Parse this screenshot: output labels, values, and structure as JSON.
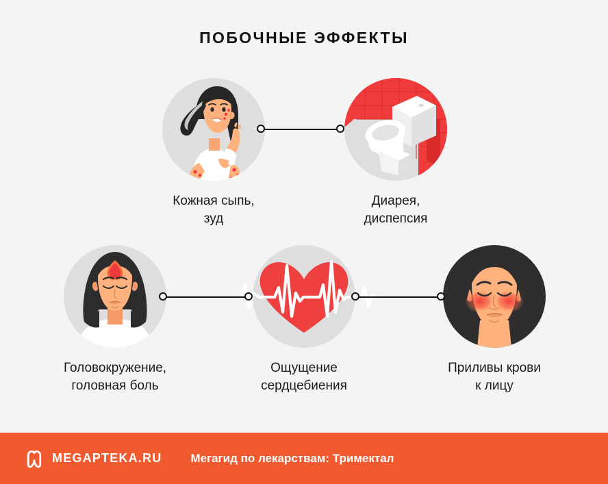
{
  "page": {
    "title": "ПОБОЧНЫЕ ЭФФЕКТЫ",
    "background_color": "#f4f4f4",
    "accent_color": "#f15a2e",
    "circle_color": "#dedede",
    "text_color": "#1b1b1b"
  },
  "items": [
    {
      "id": "skin-rash",
      "label": "Кожная сыпь, зуд",
      "icon": "woman-with-skin-rash-icon",
      "circle_style": "light"
    },
    {
      "id": "diarrhea",
      "label": "Диарея, диспепсия",
      "icon": "toilet-icon",
      "circle_style": "light"
    },
    {
      "id": "dizziness",
      "label": "Головокружение,\nголовная боль",
      "icon": "woman-with-headache-icon",
      "circle_style": "light"
    },
    {
      "id": "palpitations",
      "label": "Ощущение\nсердцебиения",
      "icon": "heart-with-ecg-icon",
      "circle_style": "light"
    },
    {
      "id": "flushing",
      "label": "Приливы крови\nк лицу",
      "icon": "flushed-face-icon",
      "circle_style": "dark"
    }
  ],
  "connectors": [
    {
      "id": "connector-top",
      "from": "skin-rash",
      "to": "diarrhea"
    },
    {
      "id": "connector-bottom-left",
      "from": "dizziness",
      "to": "palpitations"
    },
    {
      "id": "connector-bottom-right",
      "from": "palpitations",
      "to": "flushing"
    }
  ],
  "footer": {
    "logo": "megapteka-m-logo-icon",
    "brand": "MEGAPTEKA.RU",
    "caption": "Мегагид по лекарствам: Тримектал",
    "background_color": "#f15a2e",
    "text_color": "#ffffff"
  }
}
